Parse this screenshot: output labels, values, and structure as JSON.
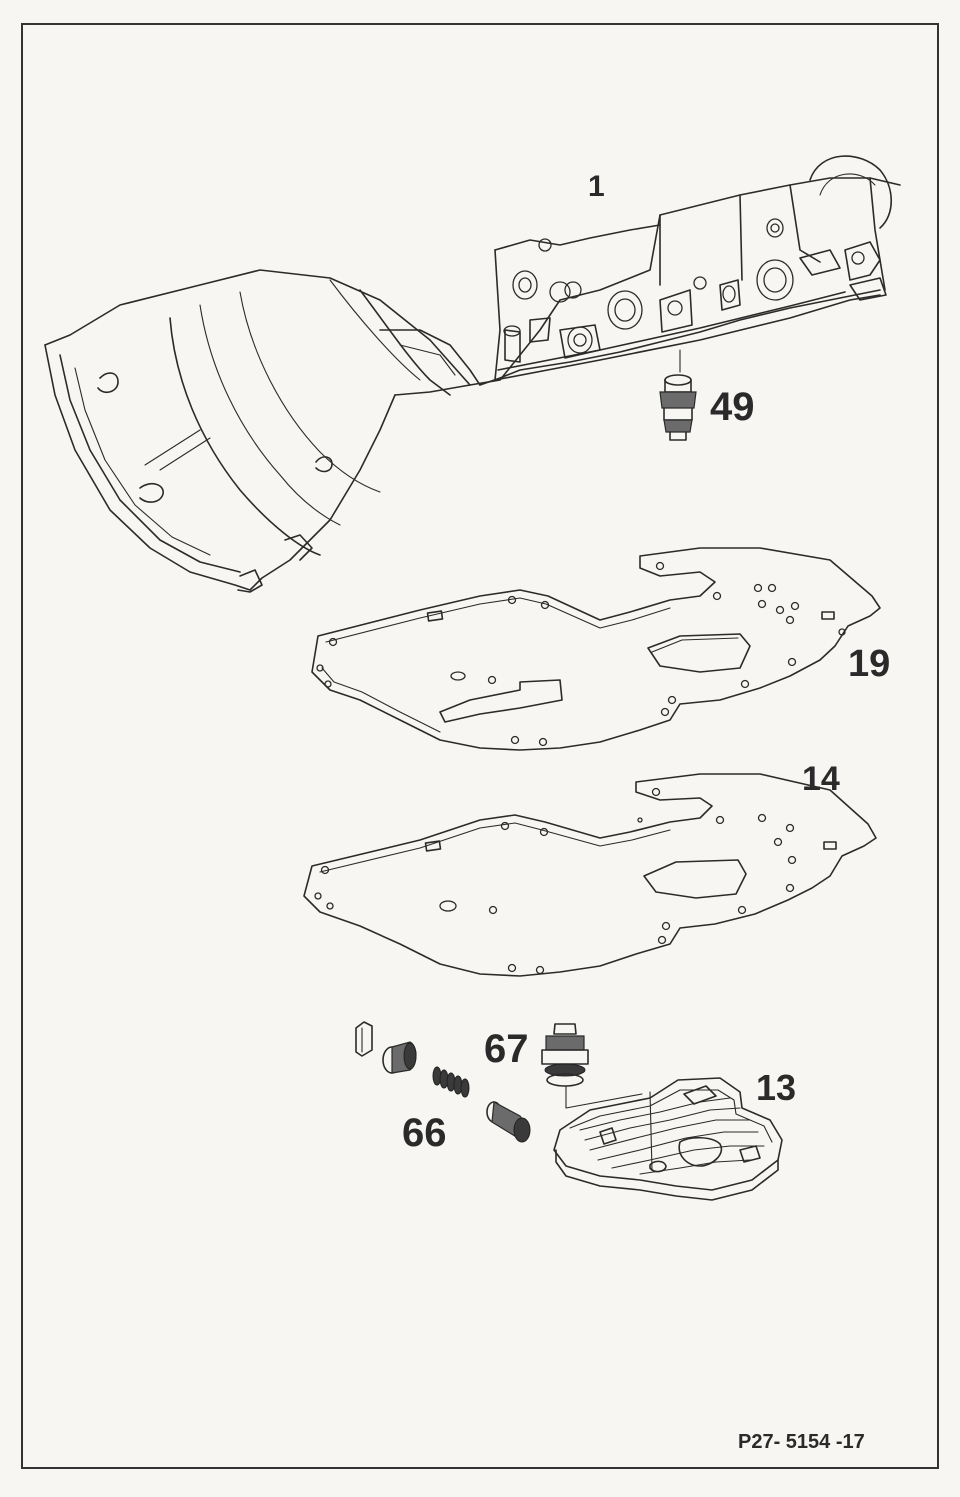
{
  "parts": [
    {
      "id": "housing",
      "callout": "1"
    },
    {
      "id": "valve-49",
      "callout": "49"
    },
    {
      "id": "plate-19",
      "callout": "19"
    },
    {
      "id": "gasket-14",
      "callout": "14"
    },
    {
      "id": "valve-67",
      "callout": "67"
    },
    {
      "id": "filter-13",
      "callout": "13"
    },
    {
      "id": "valve-parts-66",
      "callout": "66"
    }
  ],
  "figure_reference": "P27- 5154 -17",
  "colors": {
    "ink": "#2b2b2b",
    "paper": "#f7f6f2",
    "border": "#333333"
  }
}
